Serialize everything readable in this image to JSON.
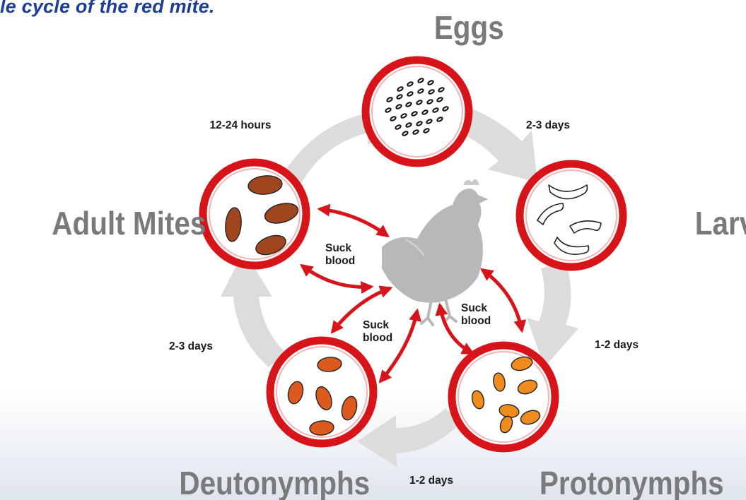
{
  "title": "le cycle of the red mite.",
  "stages": {
    "eggs": "Eggs",
    "larvae": "Larvae",
    "protonymphs": "Protonymphs",
    "deutonymphs": "Deutonymphs",
    "adult_mites": "Adult Mites"
  },
  "durations": {
    "adult_to_eggs": "12-24 hours",
    "eggs_to_larvae": "2-3 days",
    "larvae_to_protonymphs": "1-2 days",
    "protonymphs_to_deutonymphs": "1-2 days",
    "deutonymphs_to_adult": "2-3 days"
  },
  "feeding": {
    "line1": "Suck",
    "line2": "blood"
  },
  "colors": {
    "title": "#1c3f94",
    "ring": "#d7141a",
    "cycle_arrow": "#dcdcdc",
    "label_gray": "#7a7a7a",
    "adult_mite": "#a0461e",
    "deutonymph": "#dc5a1e",
    "protonymph": "#f08c1e",
    "hen": "#b8b8b8"
  }
}
